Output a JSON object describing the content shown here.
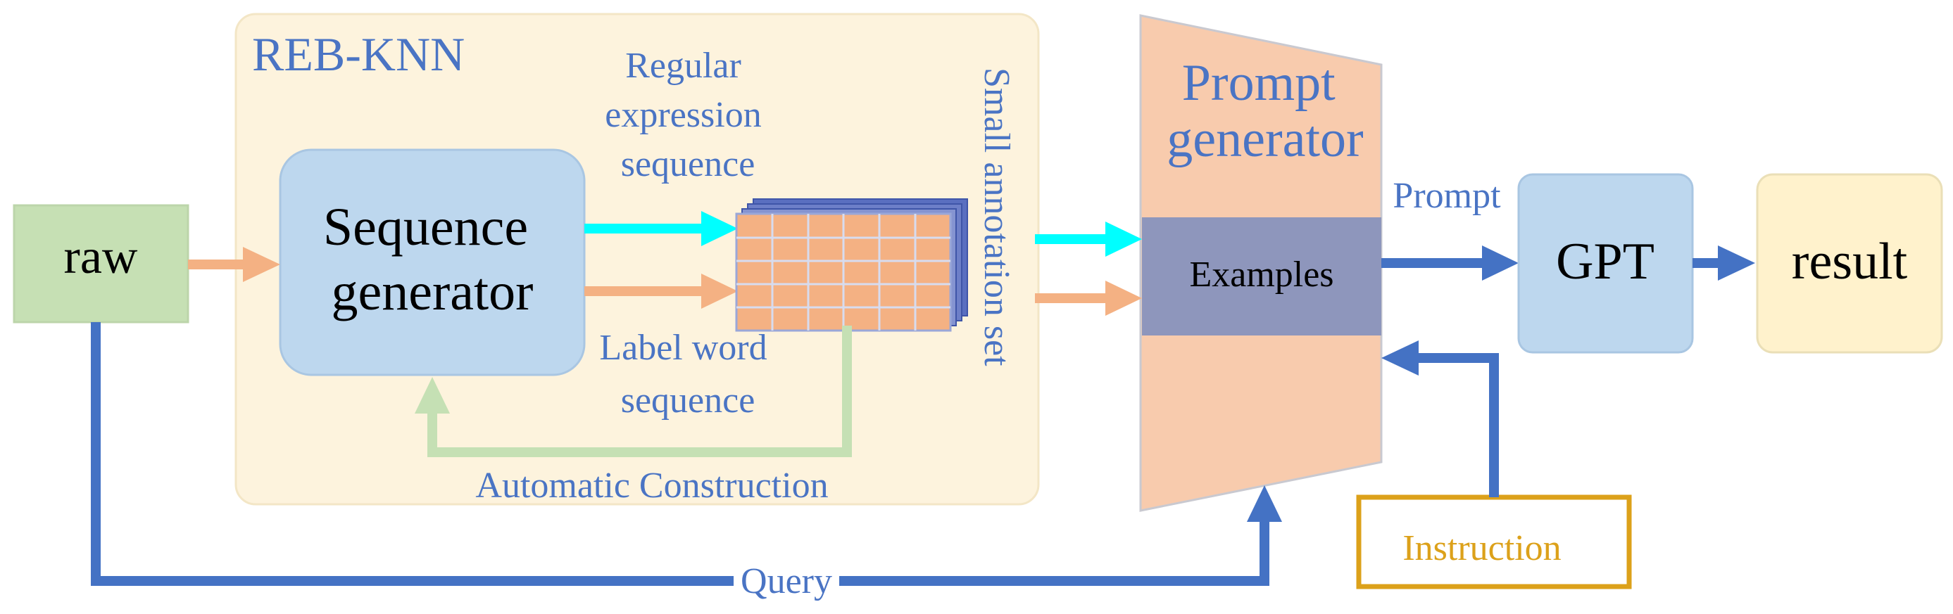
{
  "reb_knn": {
    "title": "REB-KNN",
    "sequence_generator": [
      "Sequence",
      "generator"
    ],
    "regular_expression_label": [
      "Regular",
      "expression",
      "sequence"
    ],
    "label_word_label": [
      "Label word",
      "sequence"
    ],
    "automatic_construction": "Automatic Construction",
    "small_annotation_set": "Small annotation set"
  },
  "raw": "raw",
  "prompt_generator": {
    "title": [
      "Prompt",
      "generator"
    ],
    "examples": "Examples"
  },
  "prompt_label": "Prompt",
  "gpt": "GPT",
  "result": "result",
  "instruction": "Instruction",
  "query": "Query",
  "colors": {
    "reb_panel": "#fdf3dd",
    "raw_box": "#c6e0b4",
    "seq_box": "#bdd7ee",
    "prompt_gen": "#f8cbad",
    "examples_box": "#8e96bc",
    "gpt_box": "#bdd7ee",
    "result_box": "#fff2cc",
    "instruction_border": "#dca11a",
    "blue_arrow": "#4472c4",
    "cyan_arrow": "#00ffff",
    "orange_arrow": "#f4b183",
    "green_arrow": "#c5e0b4",
    "grid_cell": "#f4b183"
  }
}
